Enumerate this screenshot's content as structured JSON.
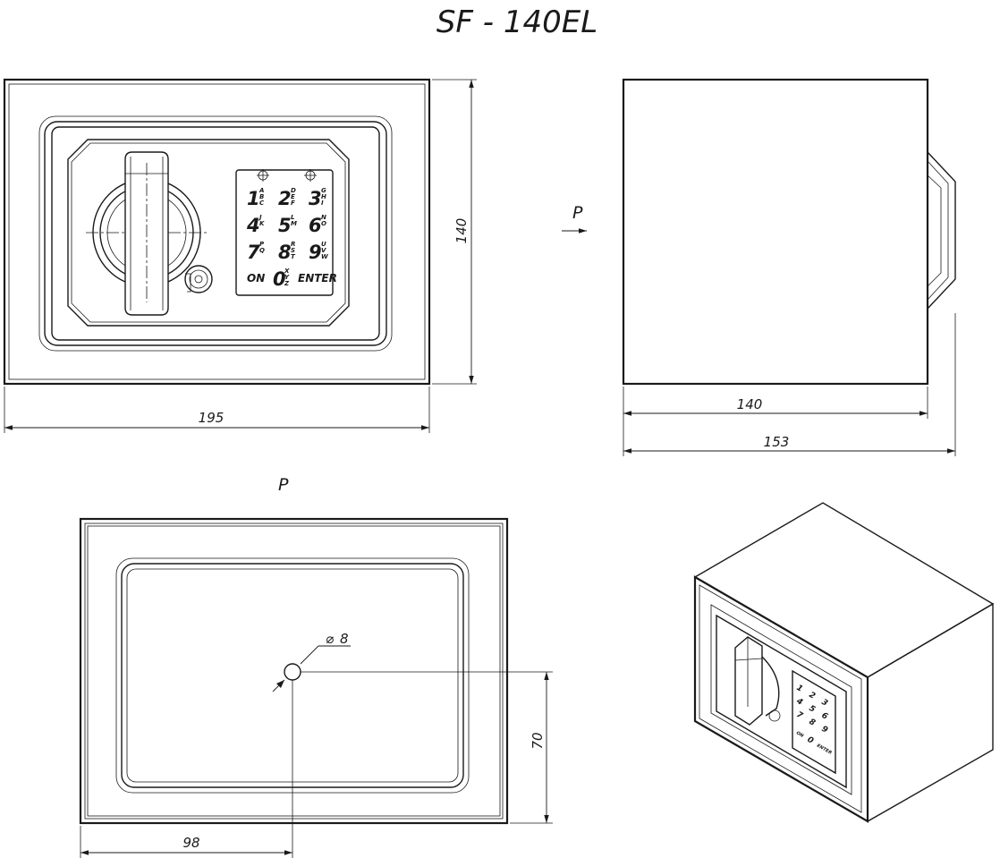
{
  "title": "SF - 140EL",
  "view_label": "P",
  "dimensions": {
    "front_width": "195",
    "front_height": "140",
    "side_depth": "140",
    "side_depth_total": "153",
    "back_hole_x": "98",
    "back_hole_y": "70",
    "hole_diameter": "8",
    "diameter_symbol": "⌀"
  },
  "keypad": {
    "rows": [
      [
        {
          "num": "1",
          "letters": [
            "A",
            "B",
            "C"
          ]
        },
        {
          "num": "2",
          "letters": [
            "D",
            "E",
            "F"
          ]
        },
        {
          "num": "3",
          "letters": [
            "G",
            "H",
            "I"
          ]
        }
      ],
      [
        {
          "num": "4",
          "letters": [
            "J",
            "K"
          ]
        },
        {
          "num": "5",
          "letters": [
            "L",
            "M"
          ]
        },
        {
          "num": "6",
          "letters": [
            "N",
            "O"
          ]
        }
      ],
      [
        {
          "num": "7",
          "letters": [
            "P",
            "Q"
          ]
        },
        {
          "num": "8",
          "letters": [
            "R",
            "S",
            "T"
          ]
        },
        {
          "num": "9",
          "letters": [
            "U",
            "V",
            "W"
          ]
        }
      ]
    ],
    "on_label": "ON",
    "zero_num": "0",
    "zero_letters": [
      "X",
      "Y",
      "Z"
    ],
    "enter_label": "ENTER"
  }
}
